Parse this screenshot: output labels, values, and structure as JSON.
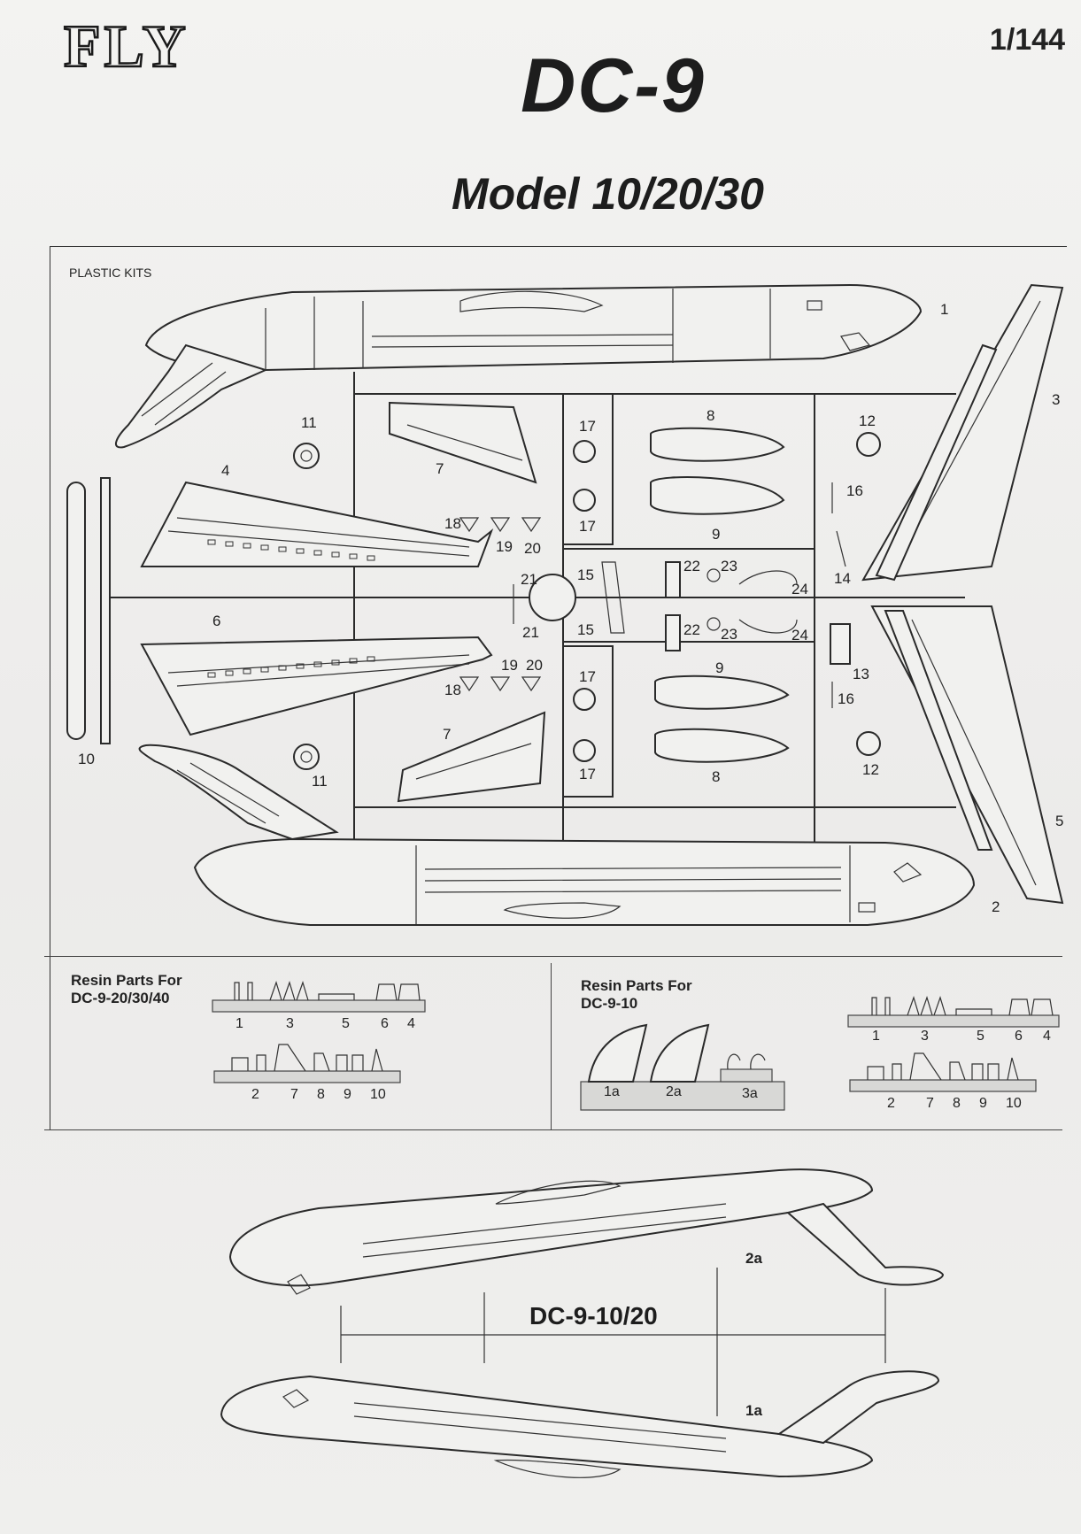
{
  "header": {
    "brand": "FLY",
    "scale": "1/144",
    "title": "DC-9",
    "subtitle": "Model 10/20/30"
  },
  "sprue": {
    "label": "PLASTIC KITS",
    "part_numbers": [
      "1",
      "2",
      "3",
      "4",
      "5",
      "6",
      "7",
      "7",
      "8",
      "8",
      "9",
      "9",
      "10",
      "11",
      "11",
      "12",
      "12",
      "13",
      "14",
      "15",
      "15",
      "16",
      "16",
      "17",
      "17",
      "17",
      "17",
      "18",
      "18",
      "19",
      "19",
      "20",
      "20",
      "21",
      "21",
      "22",
      "22",
      "23",
      "23",
      "24",
      "24"
    ]
  },
  "resin_left": {
    "title": "Resin Parts For\nDC-9-20/30/40",
    "row1_numbers": [
      "1",
      "3",
      "5",
      "6",
      "4"
    ],
    "row2_numbers": [
      "2",
      "7",
      "8",
      "9",
      "10"
    ]
  },
  "resin_right": {
    "title": "Resin Parts For\nDC-9-10",
    "block_numbers": [
      "1a",
      "2a",
      "3a"
    ],
    "row1_numbers": [
      "1",
      "3",
      "5",
      "6",
      "4"
    ],
    "row2_numbers": [
      "2",
      "7",
      "8",
      "9",
      "10"
    ]
  },
  "variant": {
    "label": "DC-9-10/20",
    "upper_part": "2a",
    "lower_part": "1a"
  }
}
